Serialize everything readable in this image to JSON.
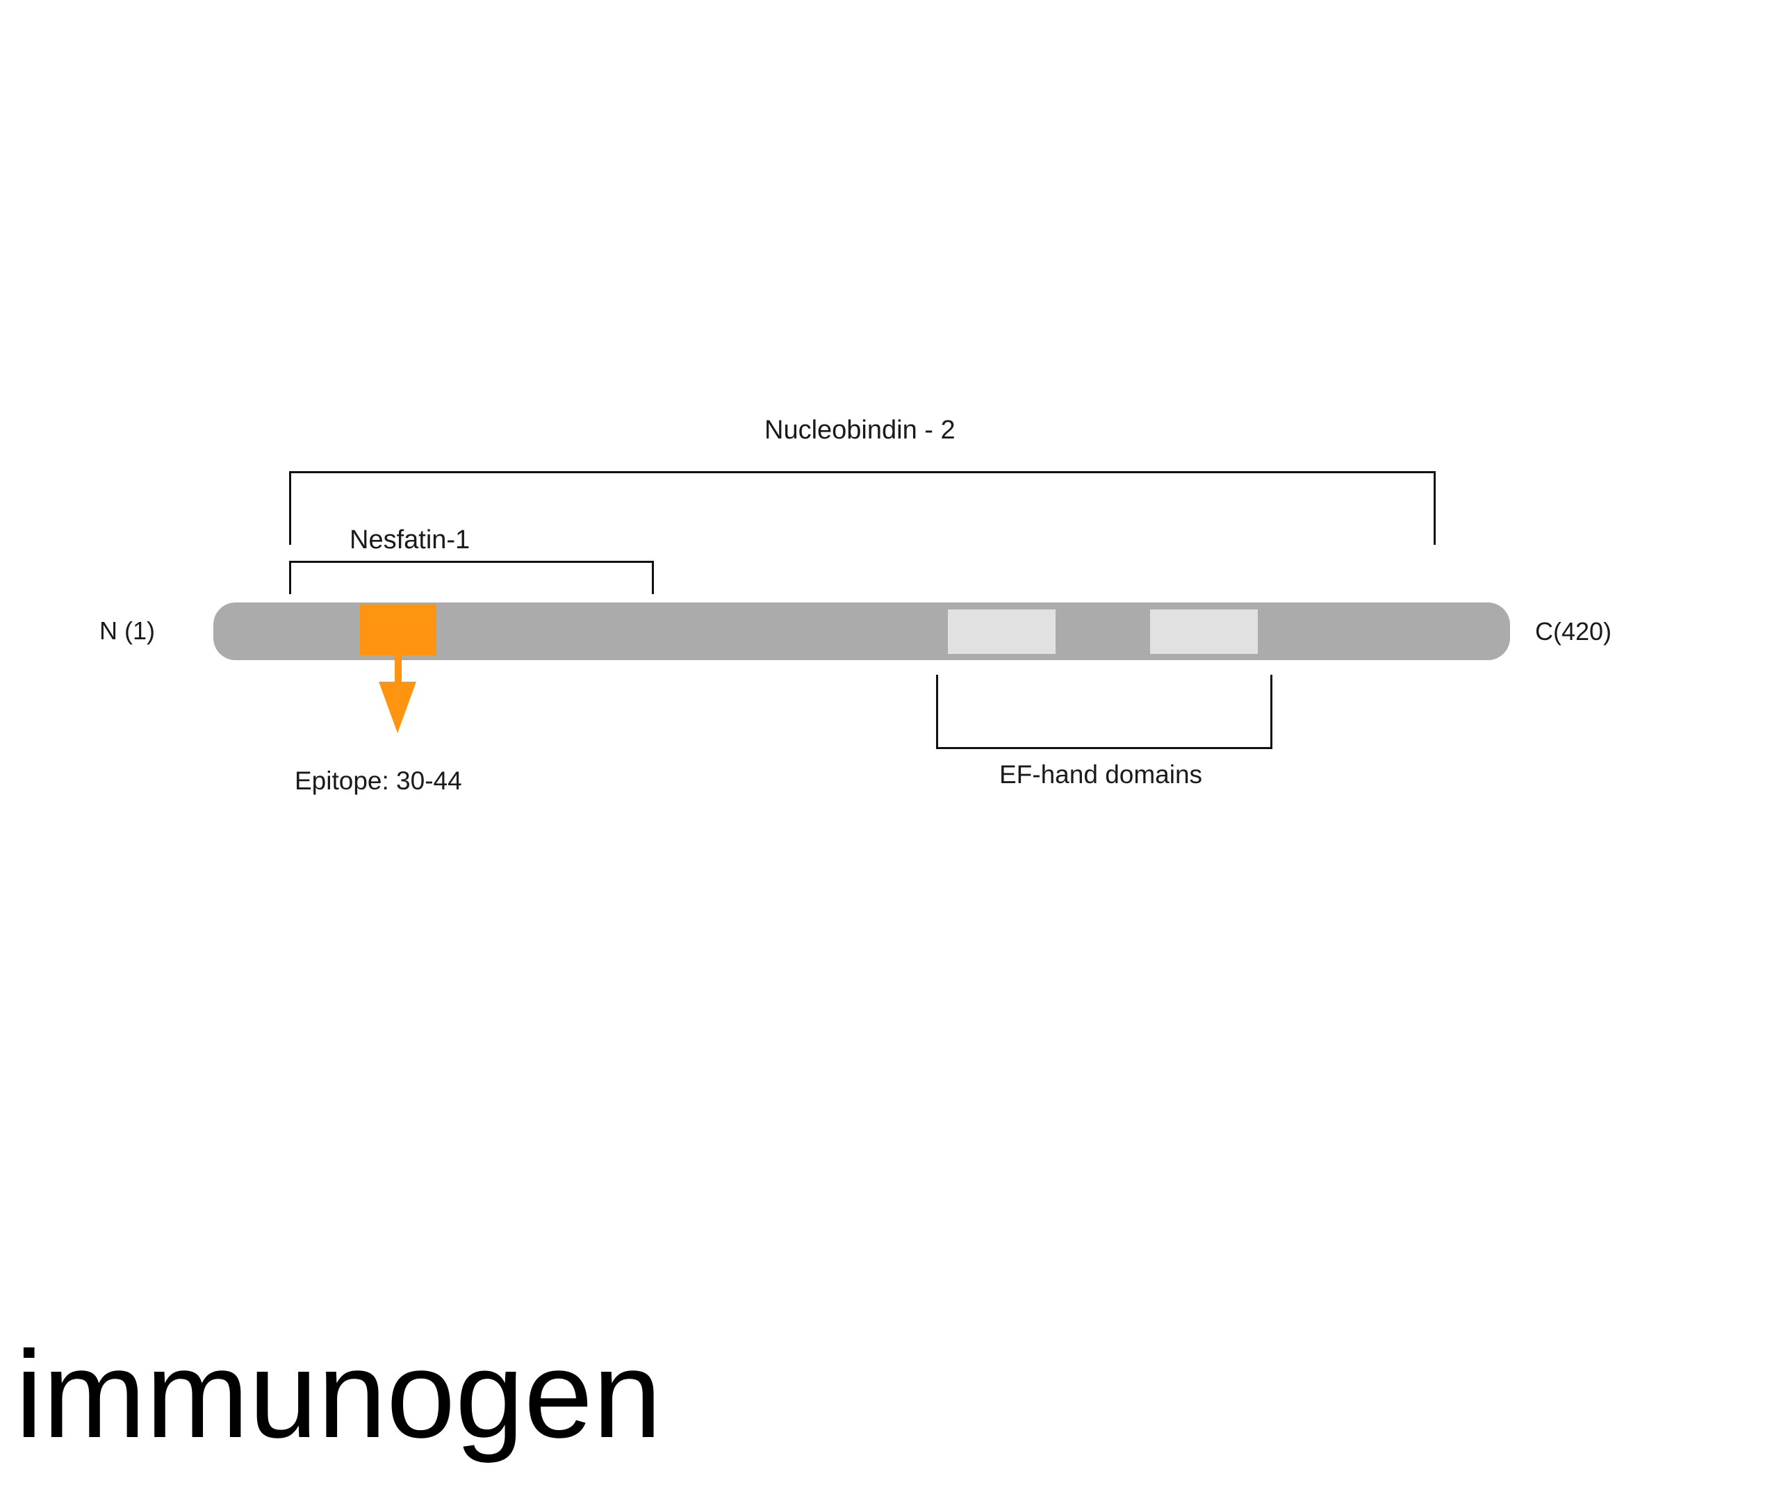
{
  "diagram": {
    "protein": {
      "name": "Nucleobindin - 2",
      "n_terminus_label": "N (1)",
      "c_terminus_label": "C(420)",
      "length_residues": 420,
      "bar_color": "#ababab"
    },
    "regions": [
      {
        "id": "nucleobindin-2",
        "label": "Nucleobindin - 2",
        "type": "bracket-above"
      },
      {
        "id": "nesfatin-1",
        "label": "Nesfatin-1",
        "type": "bracket-above"
      },
      {
        "id": "ef-hand",
        "label": "EF-hand domains",
        "type": "bracket-below",
        "box_count": 2,
        "box_color": "#e1e1e1"
      }
    ],
    "epitope": {
      "label": "Epitope: 30-44",
      "start": 30,
      "end": 44,
      "color": "#ff9410"
    }
  },
  "caption": "immunogen"
}
